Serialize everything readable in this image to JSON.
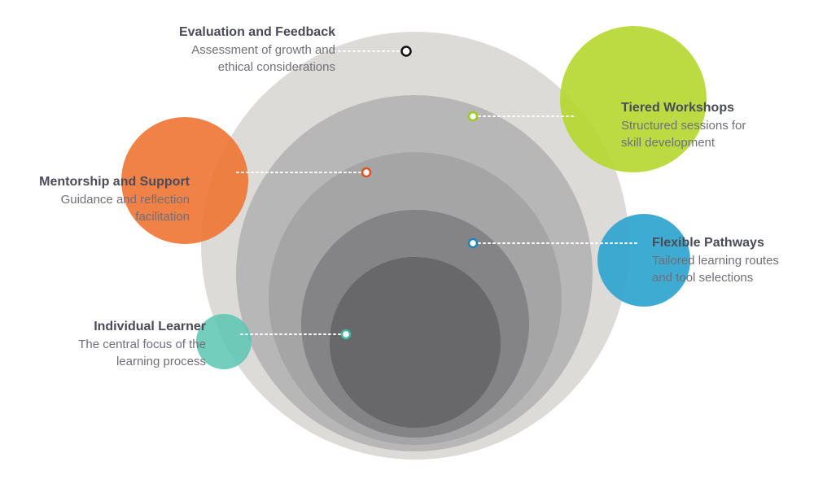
{
  "nodes": [
    {
      "id": "evaluation",
      "title": "Evaluation and Feedback",
      "description_lines": [
        "Assessment of growth and",
        "ethical considerations"
      ],
      "marker_color": "#111111"
    },
    {
      "id": "tiered",
      "title": "Tiered Workshops",
      "description_lines": [
        "Structured sessions for",
        "skill development"
      ],
      "marker_color": "#9ccc1d",
      "accent_color": "#b5d72e"
    },
    {
      "id": "mentorship",
      "title": "Mentorship and Support",
      "description_lines": [
        "Guidance and reflection",
        "facilitation"
      ],
      "marker_color": "#e2501c",
      "accent_color": "#ee7433"
    },
    {
      "id": "flexible",
      "title": "Flexible Pathways",
      "description_lines": [
        "Tailored learning routes",
        "and tool selections"
      ],
      "marker_color": "#1b86b5",
      "accent_color": "#34a6d1"
    },
    {
      "id": "individual",
      "title": "Individual Learner",
      "description_lines": [
        "The central focus of the",
        "learning process"
      ],
      "marker_color": "#3fb8a5",
      "accent_color": "#5cc5b3"
    }
  ],
  "ring_colors": [
    "#dcdbd8",
    "#b7b7b8",
    "#a5a5a6",
    "#848486",
    "#68686a"
  ]
}
